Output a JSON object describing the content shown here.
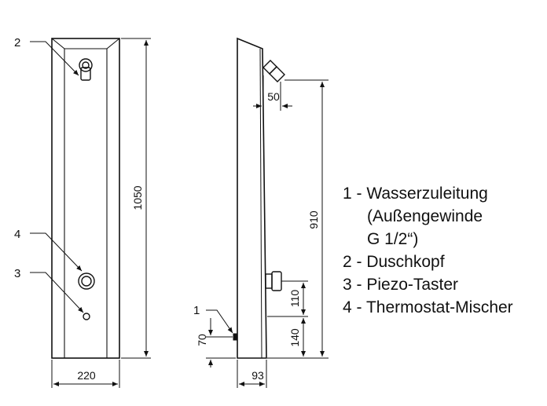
{
  "front_view": {
    "callouts": {
      "shower_head": "2",
      "thermostat": "4",
      "piezo": "3"
    },
    "dimensions": {
      "width": "220",
      "height": "1050"
    }
  },
  "side_view": {
    "callouts": {
      "supply": "1"
    },
    "dimensions": {
      "head_offset": "50",
      "head_height": "910",
      "mixer_gap": "110",
      "mixer_height": "140",
      "supply_height": "70",
      "depth": "93"
    }
  },
  "legend": {
    "item1_line1": "1 - Wasserzuleitung",
    "item1_line2": "(Außengewinde",
    "item1_line3": "G 1/2“)",
    "item2": "2 - Duschkopf",
    "item3": "3 - Piezo-Taster",
    "item4": "4 - Thermostat-Mischer"
  },
  "colors": {
    "line": "#111111",
    "background": "#ffffff"
  }
}
